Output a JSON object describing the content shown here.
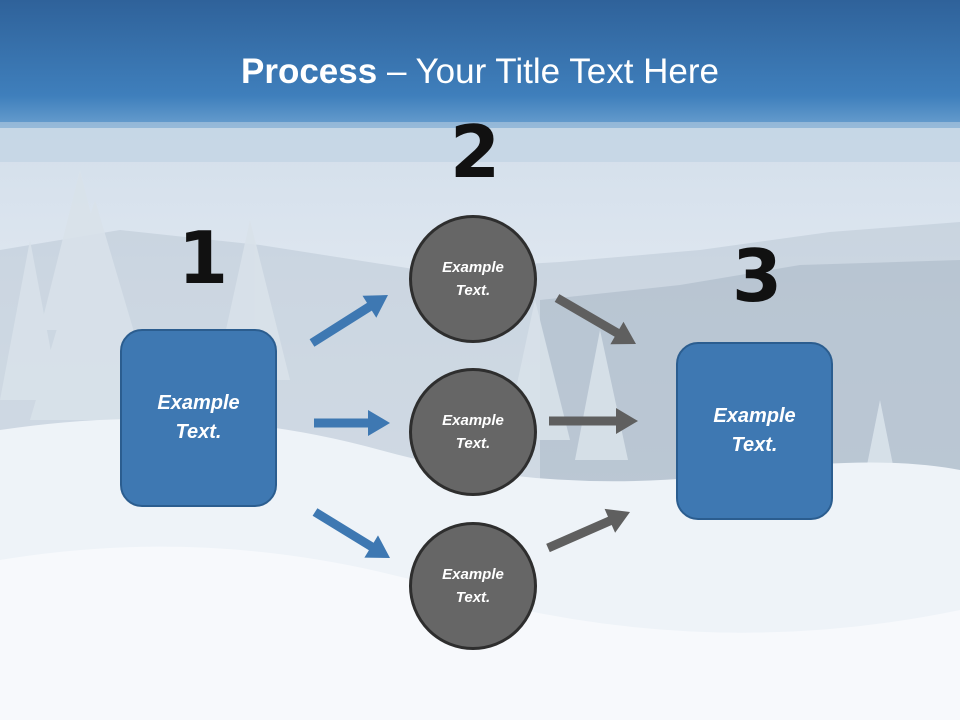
{
  "title": {
    "strong": "Process",
    "rest": " – Your Title Text Here"
  },
  "steps": [
    {
      "number": "1",
      "label_line1": "Example",
      "label_line2": "Text."
    },
    {
      "number": "2",
      "label_line1": "Example",
      "label_line2": "Text."
    },
    {
      "number": "3",
      "label_line1": "Example",
      "label_line2": "Text."
    }
  ],
  "circles": [
    {
      "label_line1": "Example",
      "label_line2": "Text."
    },
    {
      "label_line1": "Example",
      "label_line2": "Text."
    },
    {
      "label_line1": "Example",
      "label_line2": "Text."
    }
  ],
  "colors": {
    "title_band": "#3d7bb8",
    "box_fill": "#3e78b2",
    "circle_fill": "#666666",
    "arrow_blue": "#3e78b2",
    "arrow_gray": "#5f5f5f"
  }
}
